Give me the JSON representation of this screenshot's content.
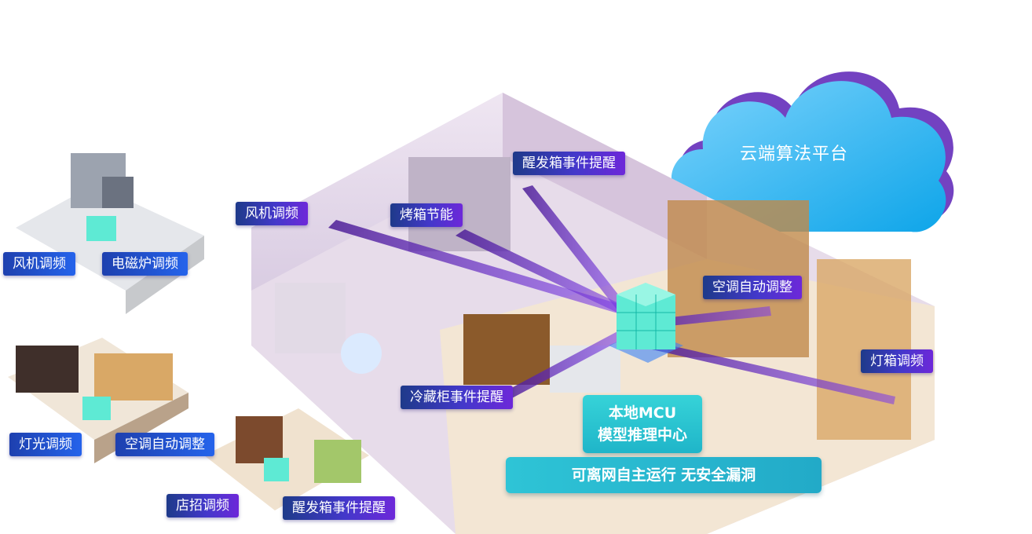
{
  "cloud": {
    "label": "云端算法平台"
  },
  "main_tags": {
    "fresh_event": "醒发箱事件提醒",
    "fan": "风机调频",
    "oven": "烤箱节能",
    "ac": "空调自动调整",
    "fridge_event": "冷藏柜事件提醒",
    "lightbox": "灯箱调频"
  },
  "mcu": {
    "line1": "本地MCU",
    "line2": "模型推理中心"
  },
  "offline": {
    "label": "可离网自主运行  无安全漏洞"
  },
  "kitchen_scene": {
    "tag_fan": "风机调频",
    "tag_induction": "电磁炉调频"
  },
  "bakery_scene": {
    "tag_light": "灯光调频",
    "tag_ac": "空调自动调整"
  },
  "cafe_scene": {
    "tag_sign": "店招调频",
    "tag_fresh": "醒发箱事件提醒"
  }
}
